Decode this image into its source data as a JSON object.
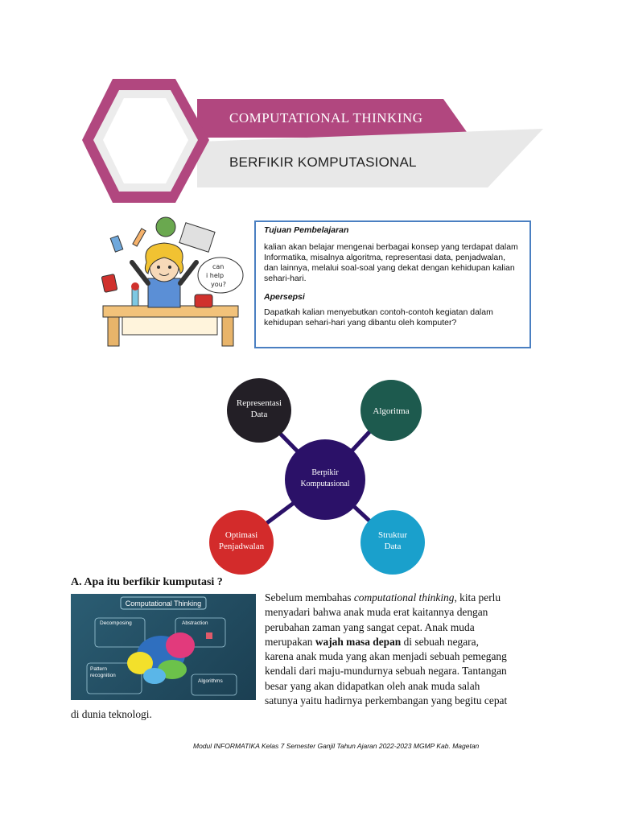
{
  "header": {
    "title_top": "COMPUTATIONAL THINKING",
    "title_bottom": "BERFIKIR KOMPUTASIONAL"
  },
  "illustration": {
    "speech_bubble": [
      "can",
      "i help",
      "you?"
    ]
  },
  "info_box": {
    "tujuan_heading": "Tujuan Pembelajaran",
    "tujuan_text": "kalian  akan  belajar  mengenai berbagai konsep yang terdapat dalam  Informatika, misalnya algoritma, representasi data, penjadwalan, dan lainnya, melalui soal-soal yang dekat dengan kehidupan kalian sehari-hari.",
    "apersepsi_heading": "Apersepsi",
    "apersepsi_text": "Dapatkah kalian   menyebutkan  contoh-contoh  kegiatan dalam   kehidupan sehari-hari yang dibantu oleh komputer?"
  },
  "diagram": {
    "center": [
      "Berpikir",
      "Komputasional"
    ],
    "nodes": [
      {
        "lines": [
          "Representasi",
          "Data"
        ],
        "color": "#231f26"
      },
      {
        "lines": [
          "Algoritma"
        ],
        "color": "#1d5a4e"
      },
      {
        "lines": [
          "Optimasi",
          "Penjadwalan"
        ],
        "color": "#d32b2b"
      },
      {
        "lines": [
          "Struktur",
          "Data"
        ],
        "color": "#1aa0cc"
      }
    ],
    "center_color": "#2b1168",
    "connector_color": "#2b1168"
  },
  "section_a": {
    "heading": "A.  Apa itu berfikir kumputasi ?"
  },
  "ct_image": {
    "title": "Computational Thinking",
    "decomposing": "Decomposing",
    "abstraction": "Abstraction",
    "pattern1": "Pattern",
    "pattern2": "recognition",
    "algorithms": "Algorithms"
  },
  "paragraph": {
    "l1a": "Sebelum membahas ",
    "l1b": "computational thinking",
    "l1c": ", kita perlu",
    "l2": "menyadari bahwa anak muda erat kaitannya dengan",
    "l3": "perubahan zaman yang    sangat cepat. Anak muda",
    "l4a": "merupakan ",
    "l4b": "wajah   masa  depan",
    "l4c": " di  sebuah  negara,",
    "l5": "karena anak muda yang akan menjadi sebuah pemegang",
    "l6": "kendali dari maju-mundurnya sebuah negara. Tantangan",
    "l7": "besar yang akan didapatkan oleh anak muda salah",
    "l8": "satunya yaitu hadirnya perkembangan yang begitu cepat",
    "l9": "di dunia teknologi."
  },
  "footer": {
    "text": "Modul   INFORMATIKA Kelas 7 Semester Ganjil Tahun Ajaran 2022-2023 MGMP Kab. Magetan"
  }
}
